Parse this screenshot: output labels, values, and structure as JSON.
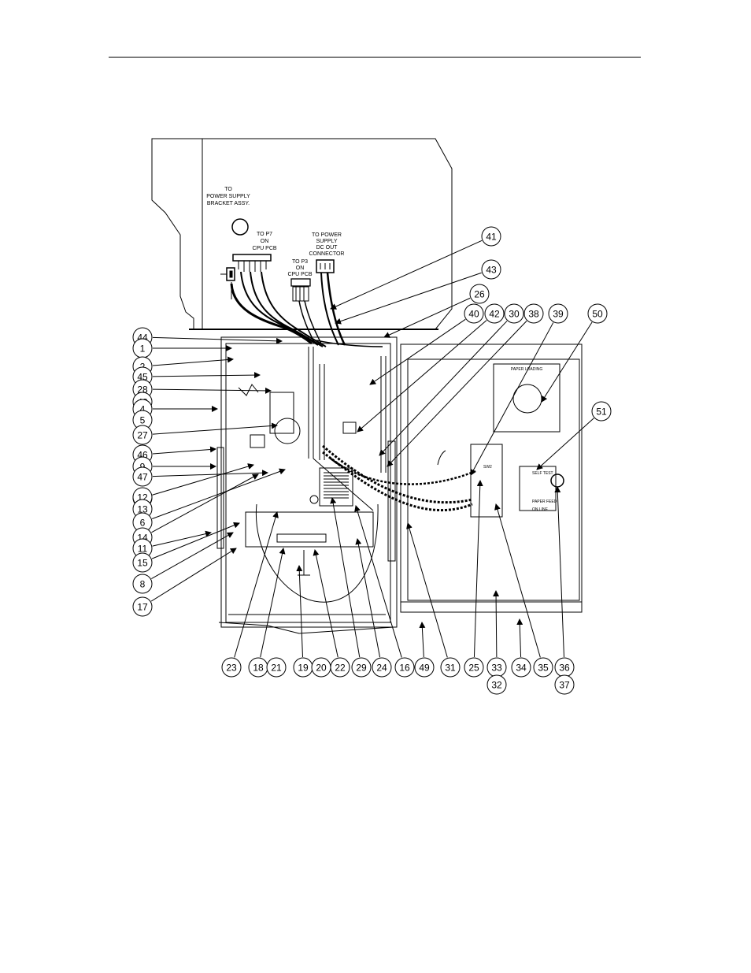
{
  "annotations": {
    "power_supply": [
      "TO",
      "POWER SUPPLY",
      "BRACKET ASSY."
    ],
    "p7": [
      "TO  P7",
      "ON",
      "CPU  PCB"
    ],
    "p3": [
      "TO  P3",
      "ON",
      "CPU  PCB"
    ],
    "dc_out": [
      "TO  POWER",
      "SUPPLY",
      "DC  OUT",
      "CONNECTOR"
    ]
  },
  "panel_labels": {
    "paper_loading": "PAPER LOADING",
    "self_test": "SELF TEST",
    "paper_feed": "PAPER FEED",
    "on_line": "ON LINE",
    "sw2": "SW2"
  },
  "callouts": {
    "top_right": [
      "41",
      "43",
      "26"
    ],
    "top_row": [
      "40",
      "42",
      "30",
      "38",
      "39",
      "50"
    ],
    "right_side": [
      "51"
    ],
    "left_column": [
      "44",
      "1",
      "2",
      "45",
      "28",
      "48",
      "4",
      "5",
      "27",
      "46",
      "9",
      "47",
      "7",
      "12",
      "13",
      "6",
      "14",
      "11",
      "15",
      "8",
      "17"
    ],
    "bottom_row": [
      "23",
      "18",
      "21",
      "19",
      "20",
      "22",
      "29",
      "24",
      "16",
      "49",
      "31",
      "25",
      "33",
      "34",
      "35",
      "36"
    ],
    "bottom_sub": [
      "32",
      "37"
    ]
  }
}
